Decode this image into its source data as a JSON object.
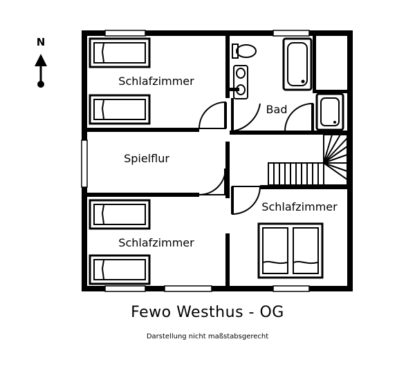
{
  "compass": {
    "label": "N"
  },
  "rooms": {
    "bedroom_top_left": "Schlafzimmer",
    "bathroom": "Bad",
    "hall": "Spielflur",
    "bedroom_bottom_right": "Schlafzimmer",
    "bedroom_bottom_left": "Schlafzimmer"
  },
  "caption": {
    "title": "Fewo Westhus - OG",
    "subtitle": "Darstellung nicht maßstabsgerecht"
  }
}
